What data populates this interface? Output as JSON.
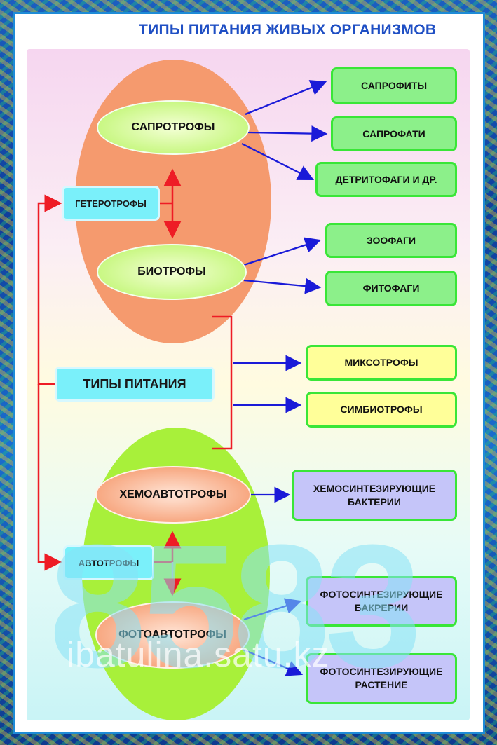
{
  "title": "ТИПЫ ПИТАНИЯ ЖИВЫХ ОРГАНИЗМОВ",
  "root": "ТИПЫ ПИТАНИЯ",
  "heterotrophs": {
    "label": "ГЕТЕРОТРОФЫ",
    "saprotrophs": "САПРОТРОФЫ",
    "biotrophs": "БИОТРОФЫ",
    "sapro_items": [
      "САПРОФИТЫ",
      "САПРОФАТИ",
      "ДЕТРИТОФАГИ И ДР."
    ],
    "bio_items": [
      "ЗООФАГИ",
      "ФИТОФАГИ"
    ]
  },
  "mixed_items": [
    "МИКСОТРОФЫ",
    "СИМБИОТРОФЫ"
  ],
  "autotrophs": {
    "label": "АВТОТРОФЫ",
    "chemo": "ХЕМОАВТОТРОФЫ",
    "photo": "ФОТОАВТОТРОФЫ",
    "chemo_items": [
      "ХЕМОСИНТЕЗИРУЮЩИЕ БАКТЕРИИ"
    ],
    "photo_items": [
      "ФОТОСИНТЕЗИРУЮЩИЕ БАКРЕРИИ",
      "ФОТОСИНТЕЗИРУЮЩИЕ РАСТЕНИЕ"
    ]
  },
  "watermark": {
    "digits": "8583",
    "url": "ibatulina.satu.kz"
  },
  "colors": {
    "red_line": "#ee1c25",
    "blue_arrow": "#1a1ad8",
    "heterotroph_egg": "#f59a6e",
    "autotroph_egg": "#a8f03a",
    "title": "#1f4fc4"
  }
}
